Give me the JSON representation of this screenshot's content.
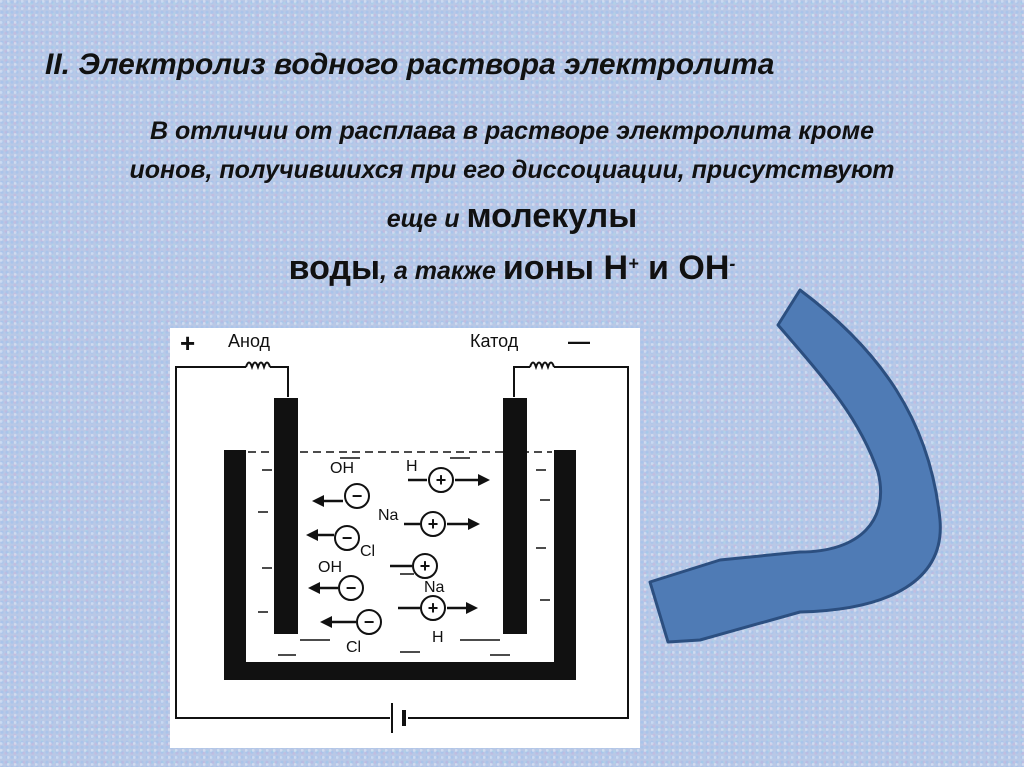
{
  "slide": {
    "title": "II. Электролиз водного раствора электролита",
    "paragraph": {
      "line1": "В отличии от расплава в растворе электролита кроме",
      "line2": "ионов, получившихся при его диссоциации, присутствуют",
      "line3_a": "еще и ",
      "line3_b": "молекулы",
      "line4_a": "воды",
      "line4_b": ", а также ",
      "line4_c": "ионы Н",
      "sup_plus": "+",
      "line4_d": " и ОН",
      "sup_minus": "-"
    }
  },
  "diagram": {
    "anode_label": "Анод",
    "cathode_label": "Катод",
    "plus_sign": "+",
    "minus_sign": "—",
    "ion_OH_1": "OH",
    "ion_H_1": "H",
    "ion_Na_1": "Na",
    "ion_Cl_1": "Cl",
    "ion_OH_2": "OH",
    "ion_Na_2": "Na",
    "ion_Cl_2": "Cl",
    "ion_H_2": "H",
    "anion_symbol": "−",
    "cation_symbol": "+"
  },
  "colors": {
    "arrow_fill": "#4f7bb5",
    "arrow_stroke": "#2c4f80",
    "diagram_line": "#111111"
  }
}
